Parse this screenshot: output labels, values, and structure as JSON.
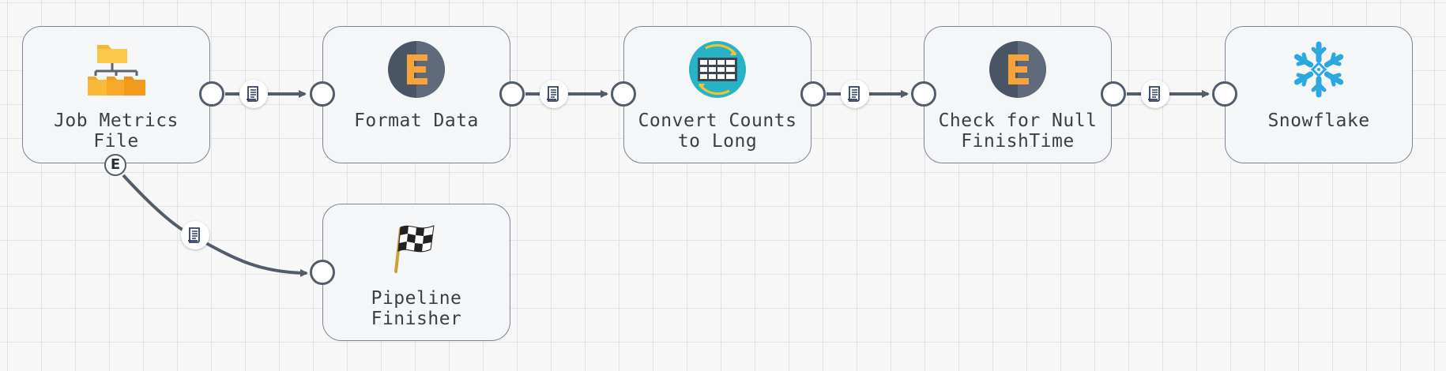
{
  "pipeline": {
    "nodes": [
      {
        "id": "job-metrics-file",
        "label": "Job Metrics\nFile",
        "icon": "folder-tree-icon"
      },
      {
        "id": "format-data",
        "label": "Format Data",
        "icon": "expression-e-icon"
      },
      {
        "id": "convert-counts",
        "label": "Convert Counts\nto Long",
        "icon": "table-convert-icon"
      },
      {
        "id": "check-null",
        "label": "Check for Null\nFinishTime",
        "icon": "expression-e-icon"
      },
      {
        "id": "snowflake",
        "label": "Snowflake",
        "icon": "snowflake-icon"
      },
      {
        "id": "pipeline-finisher",
        "label": "Pipeline\nFinisher",
        "icon": "checkered-flag-icon"
      }
    ],
    "error_port_label": "E",
    "link_badge_icon": "document-icon",
    "colors": {
      "node_border": "#7a8597",
      "link": "#525c6b",
      "e_dark": "#4a5563",
      "e_orange": "#f5a33a",
      "snowflake": "#2aa8df",
      "folder": "#f7a928",
      "teal": "#27b3c7"
    }
  }
}
